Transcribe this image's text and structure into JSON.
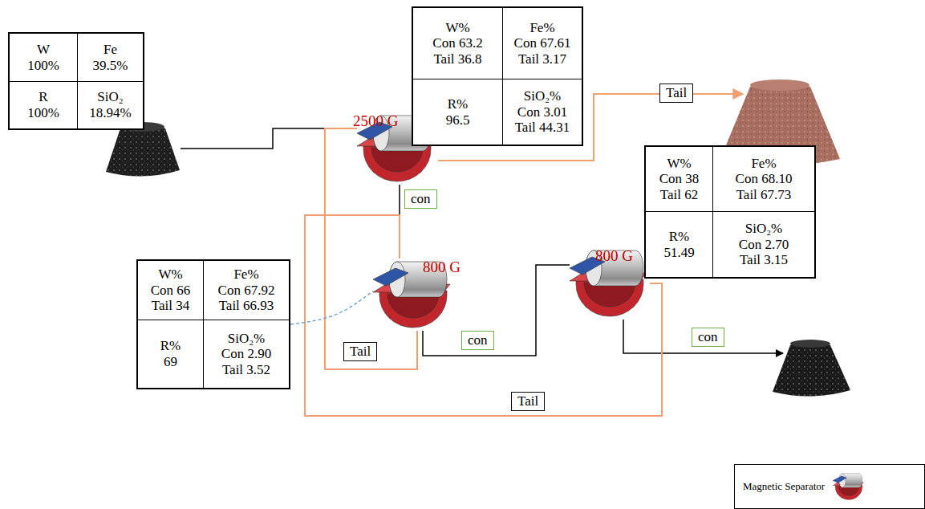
{
  "diagram": {
    "nodes": [
      {
        "text": [
          "W",
          "100%",
          "Fe",
          "39.5%",
          "R",
          "100%",
          "SiO₂",
          "18.94%"
        ]
      },
      {
        "text": [
          "2500 G"
        ]
      },
      {
        "text": [
          "W%",
          "Con 63.2",
          "Tail 36.8",
          "Fe%",
          "Con 67.61",
          "Tail 3.17",
          "R%",
          "96.5",
          "SiO₂%",
          "Con 3.01",
          "Tail 44.31"
        ]
      },
      {
        "text": [
          "800 G"
        ]
      },
      {
        "text": [
          "W%",
          "Con 66",
          "Tail 34",
          "Fe%",
          "Con 67.92",
          "Tail 66.93",
          "R%",
          "69",
          "SiO₂%",
          "Con 2.90",
          "Tail 3.52"
        ]
      },
      {
        "text": [
          "800 G"
        ]
      },
      {
        "text": [
          "W%",
          "Con 38",
          "Tail 62",
          "Fe%",
          "Con 68.10",
          "Tail 67.73",
          "R%",
          "51.49",
          "SiO₂%",
          "Con 2.70",
          "Tail 3.15"
        ]
      }
    ],
    "edges": [
      {
        "from": 0,
        "to": 1,
        "arrow": "none"
      },
      {
        "from": 1,
        "to": 3,
        "label": "con",
        "arrow": "none"
      },
      {
        "from": 3,
        "to": 5,
        "label": "con",
        "arrow": "none"
      },
      {
        "from": 3,
        "to": 1,
        "label": "Tail",
        "arrow": "none"
      },
      {
        "from": 5,
        "to": 3,
        "label": "Tail",
        "arrow": "none"
      },
      {
        "from": 4,
        "to": 3,
        "arrow": "none"
      }
    ],
    "labels": [
      "Tail",
      "con"
    ],
    "legend": [
      {
        "text": "Magnetic Separator"
      }
    ]
  }
}
